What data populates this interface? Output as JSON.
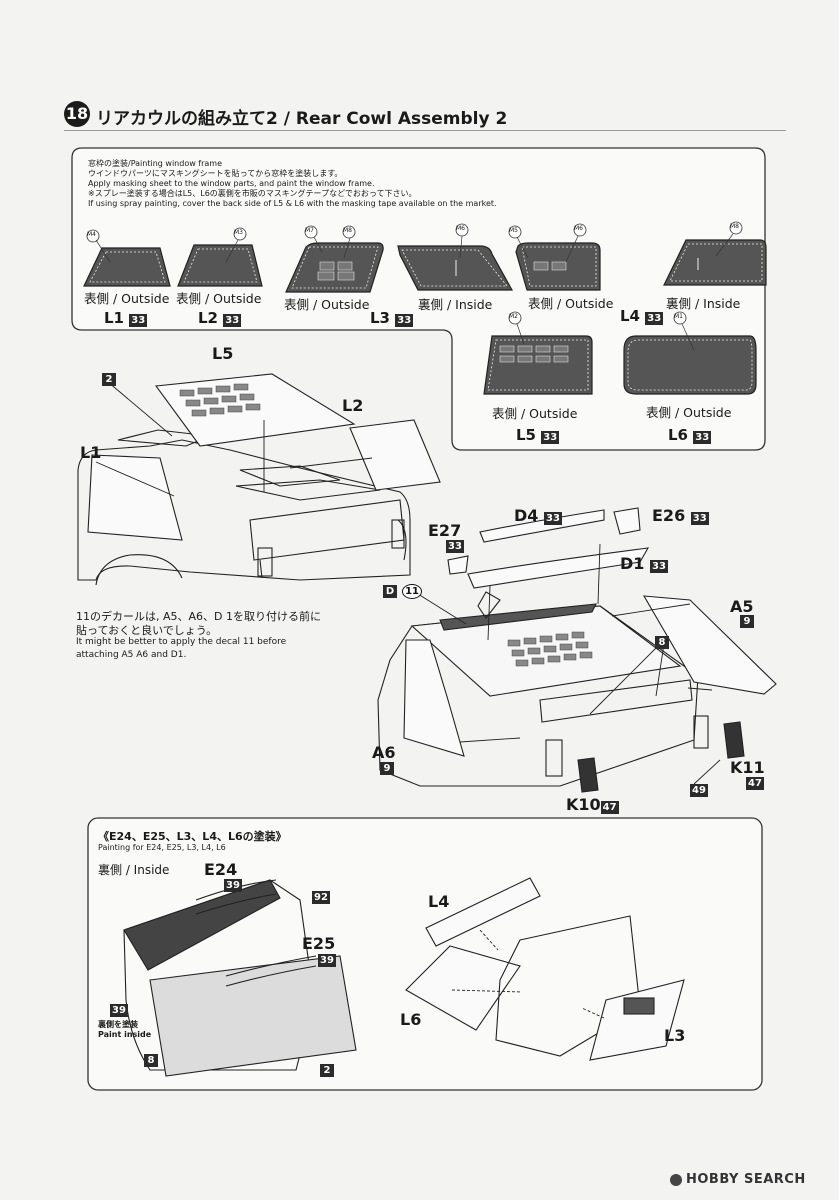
{
  "step": {
    "number": "18",
    "title": "リアカウルの組み立て2 / Rear Cowl Assembly 2"
  },
  "panel_top": {
    "heading": "窓枠の塗装/Painting window frame",
    "line_jp_1": "ウインドウパーツにマスキングシートを貼ってから窓枠を塗装します。",
    "line_en_1": "Apply masking sheet to the window parts, and paint the window frame.",
    "line_jp_2": "※スプレー塗装する場合はL5、L6の裏側を市販のマスキングテープなどでおおって下さい。",
    "line_en_2": "If using spray painting, cover the back side of L5 & L6 with the masking tape available on the market.",
    "windows": [
      {
        "mask": "M4",
        "side": "表側 / Outside",
        "part": "L1",
        "qty": "33"
      },
      {
        "mask": "M3",
        "side": "表側 / Outside",
        "part": "L2",
        "qty": "33"
      },
      {
        "mask": "M7",
        "mask2": "M8",
        "side": "表側 / Outside",
        "part": "L3",
        "qty": "33"
      },
      {
        "mask": "M6",
        "side": "裏側 / Inside",
        "part": "",
        "qty": ""
      },
      {
        "mask": "M5",
        "mask2": "M6",
        "side": "表側 / Outside",
        "part": "",
        "qty": ""
      },
      {
        "mask": "M8",
        "side": "裏側 / Inside",
        "part": "L4",
        "qty": "33"
      },
      {
        "mask": "M2",
        "side": "表側 / Outside",
        "part": "L5",
        "qty": "33"
      },
      {
        "mask": "M1",
        "side": "表側 / Outside",
        "part": "L6",
        "qty": "33"
      }
    ]
  },
  "assembly": {
    "labels": {
      "L5": "L5",
      "L2": "L2",
      "L1": "L1",
      "p2": "2",
      "D4": "D4",
      "D4q": "33",
      "E26": "E26",
      "E26q": "33",
      "E27": "E27",
      "E27q": "33",
      "D1": "D1",
      "D1q": "33",
      "D": "D",
      "decal": "11",
      "A5": "A5",
      "A5q": "9",
      "p8": "8",
      "A6": "A6",
      "A6q": "9",
      "K11": "K11",
      "K11q": "47",
      "K10": "K10",
      "K10q": "47",
      "p49": "49"
    },
    "decal_note_jp_1": "11のデカールは, A5、A6、D 1を取り付ける前に",
    "decal_note_jp_2": "貼っておくと良いでしょう。",
    "decal_note_en_1": "It might be better to apply the decal 11 before",
    "decal_note_en_2": "attaching A5 A6 and D1."
  },
  "panel_bottom": {
    "heading": "《E24、E25、L3、L4、L6の塗装》",
    "sub": "Painting for E24, E25, L3, L4, L6",
    "inside": "裏側 / Inside",
    "labels": {
      "E24": "E24",
      "E24q": "39",
      "q92": "92",
      "E25": "E25",
      "E25q": "39",
      "paint_q": "39",
      "paint_jp": "裏側を塗装",
      "paint_en": "Paint inside",
      "p8": "8",
      "p2": "2",
      "L4": "L4",
      "L6": "L6",
      "L3": "L3"
    }
  },
  "footer": {
    "brand": "HOBBY SEARCH"
  }
}
